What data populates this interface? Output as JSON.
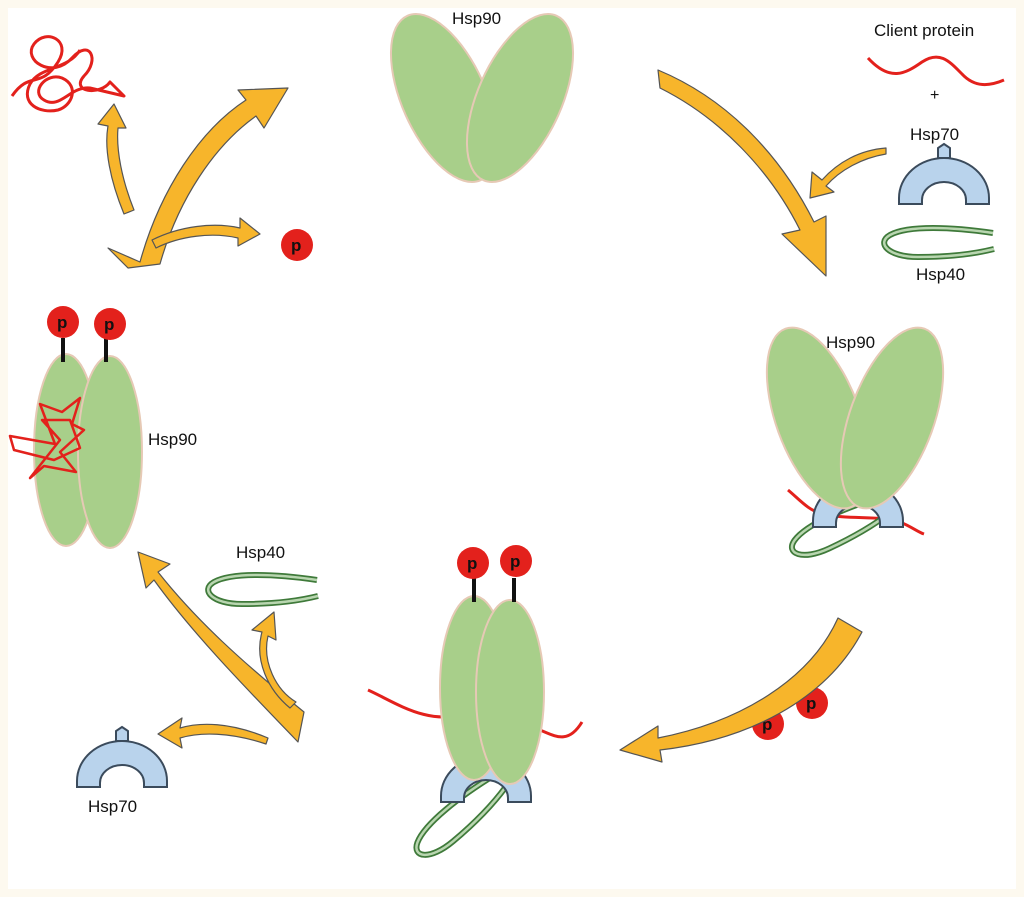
{
  "colors": {
    "background": "#fdf9ef",
    "panel": "#ffffff",
    "hsp90_fill": "#a8cf8a",
    "hsp90_outline": "#e6c9b5",
    "hsp70_fill": "#b9d3ec",
    "hsp70_outline": "#3b4b5c",
    "hsp40_dark": "#3f7a3a",
    "hsp40_light": "#b9d6b0",
    "client": "#e3211c",
    "phosphate": "#e3211c",
    "arrow": "#f7b52b",
    "arrow_outline": "#555555"
  },
  "labels": {
    "hsp90_top": "Hsp90",
    "client_protein": "Client protein",
    "plus": "+",
    "hsp70_top_right": "Hsp70",
    "hsp40_right": "Hsp40",
    "hsp90_right": "Hsp90",
    "hsp90_left": "Hsp90",
    "hsp40_bottom_left": "Hsp40",
    "hsp70_bottom_left": "Hsp70",
    "phosphate": "p"
  }
}
